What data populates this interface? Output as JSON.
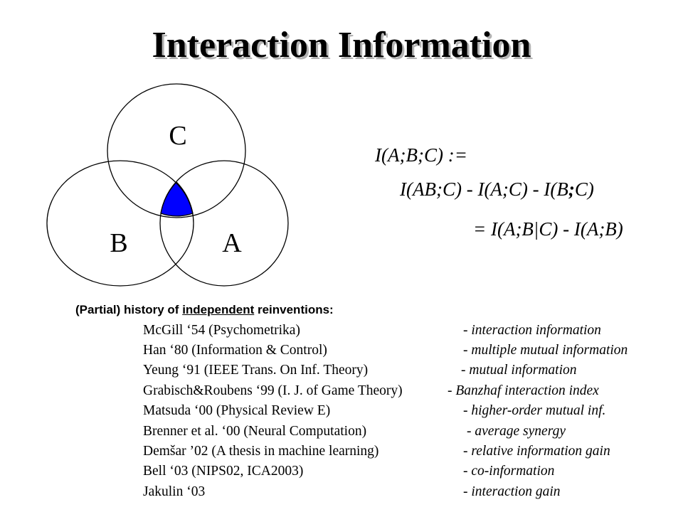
{
  "slide": {
    "title": "Interaction Information"
  },
  "venn": {
    "labels": {
      "a": "A",
      "b": "B",
      "c": "C"
    },
    "intersection_color": "#0000ff",
    "outline_color": "#000000"
  },
  "formula": {
    "definition": "I(A;B;C) :=",
    "line2_parts": [
      "I(AB;C) - I(A;C) - I(B",
      ";",
      "C)"
    ],
    "line3": "= I(A;B|C) - I(A;B)"
  },
  "history": {
    "heading_parts": [
      "(Partial) history of ",
      "independent",
      " reinventions:"
    ],
    "rows": [
      {
        "ref": "McGill ‘54 (Psychometrika)",
        "dash": "- ",
        "term": "interaction information"
      },
      {
        "ref": "Han ‘80 (Information & Control)",
        "dash": "- ",
        "term": "multiple mutual information"
      },
      {
        "ref": "Yeung ‘91 (IEEE Trans. On Inf. Theory)",
        "dash": "- ",
        "term": "mutual information"
      },
      {
        "ref": "Grabisch&Roubens ‘99 (I. J. of Game Theory)",
        "dash": "- ",
        "term": "Banzhaf interaction index"
      },
      {
        "ref": "Matsuda ‘00 (Physical Review E)",
        "dash": "- ",
        "term": "higher-order mutual inf."
      },
      {
        "ref": "Brenner et al. ‘00 (Neural Computation)",
        "dash": "- ",
        "term": "average synergy"
      },
      {
        "ref": "Demšar ’02 (A thesis in machine learning)",
        "dash": "- ",
        "term": "relative information gain"
      },
      {
        "ref": "Bell ‘03 (NIPS02, ICA2003)",
        "dash": "- ",
        "term": "co-information"
      },
      {
        "ref": "Jakulin ‘03",
        "dash": "- ",
        "term": "interaction gain"
      }
    ]
  }
}
